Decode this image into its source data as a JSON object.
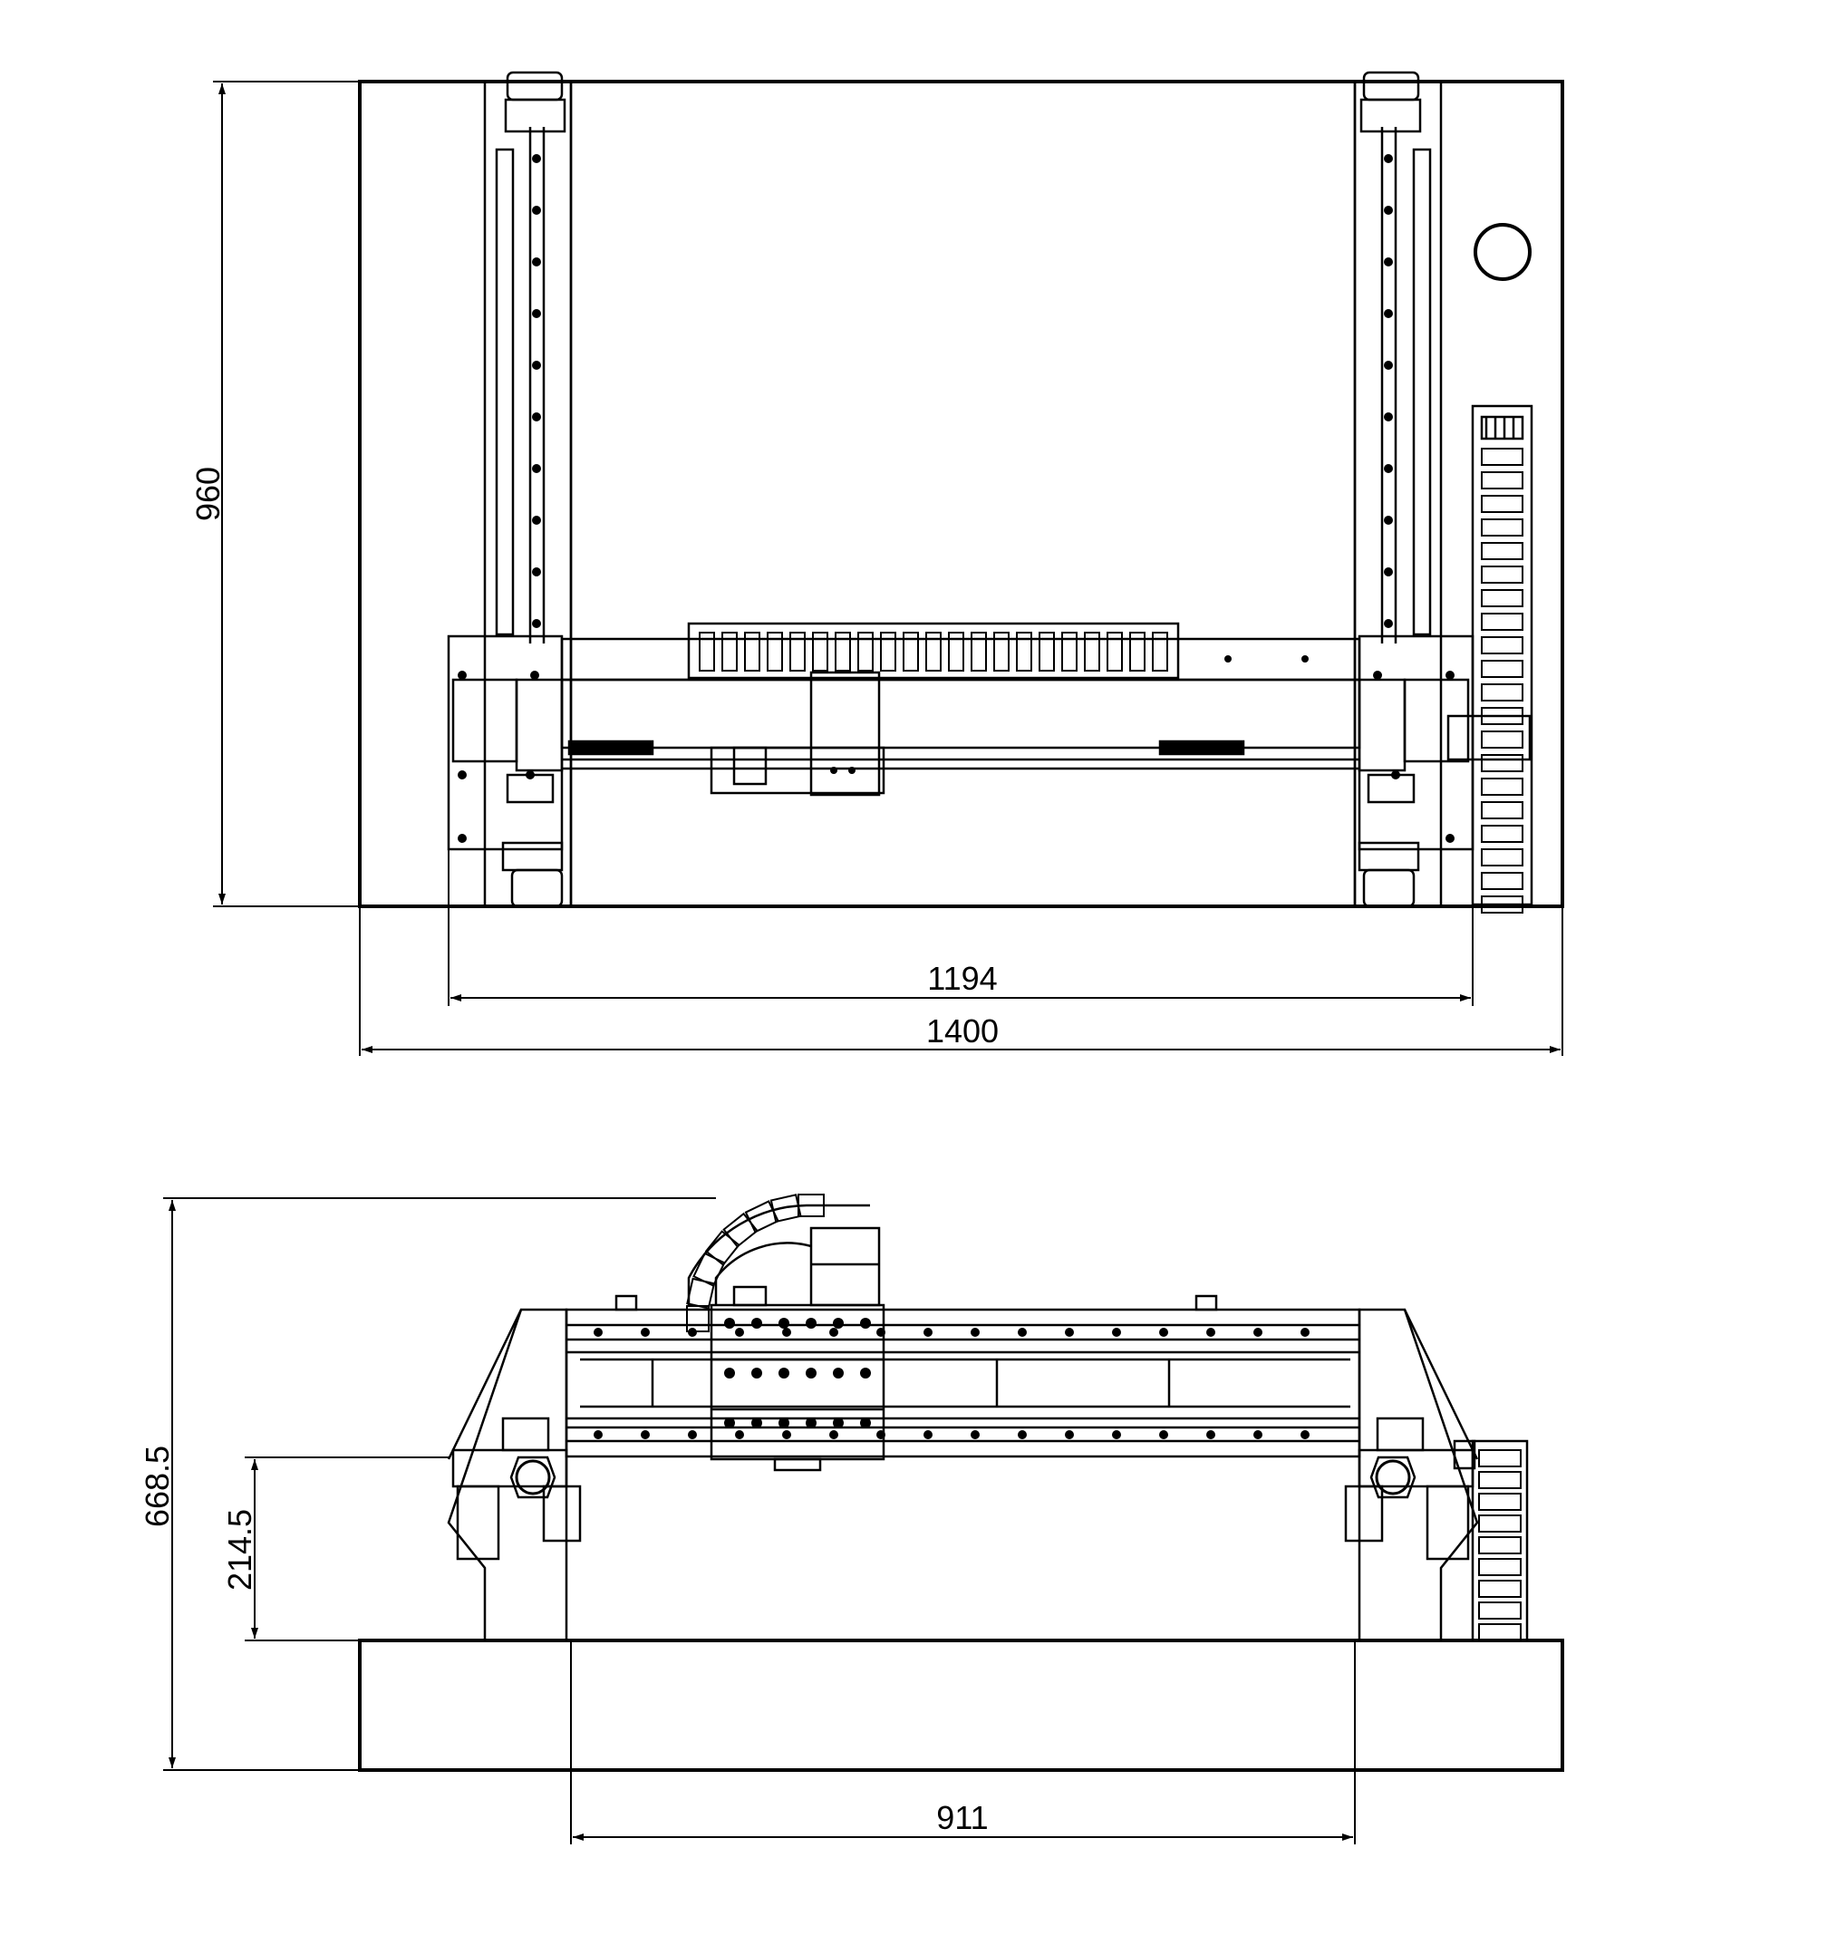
{
  "dimensions": {
    "top_height": "960",
    "top_inner_width": "1194",
    "top_overall_width": "1400",
    "front_overall_height": "668.5",
    "front_base_height": "214.5",
    "front_inner_width": "911"
  },
  "colors": {
    "line": "#000000",
    "background": "#ffffff"
  }
}
